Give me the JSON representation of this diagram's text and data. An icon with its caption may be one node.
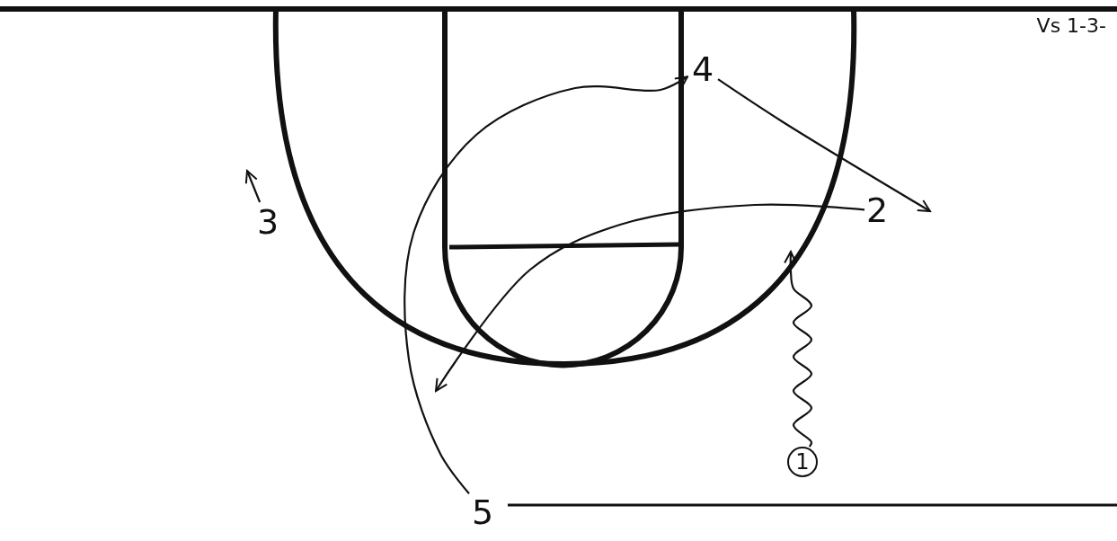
{
  "diagram": {
    "title": "Vs 1-3-",
    "nodes": [
      {
        "text": [
          "4"
        ]
      },
      {
        "text": [
          "3"
        ]
      },
      {
        "text": [
          "2"
        ]
      },
      {
        "text": [
          "1"
        ]
      },
      {
        "text": [
          "5"
        ]
      }
    ],
    "edges": [
      {
        "from": 4,
        "to": 0,
        "arrow": "to"
      },
      {
        "from": 0,
        "to": null,
        "arrow": "to"
      },
      {
        "from": 2,
        "to": null,
        "arrow": "to"
      },
      {
        "from": 3,
        "to": null,
        "arrow": "to"
      },
      {
        "from": 1,
        "to": null,
        "arrow": "to"
      }
    ]
  }
}
